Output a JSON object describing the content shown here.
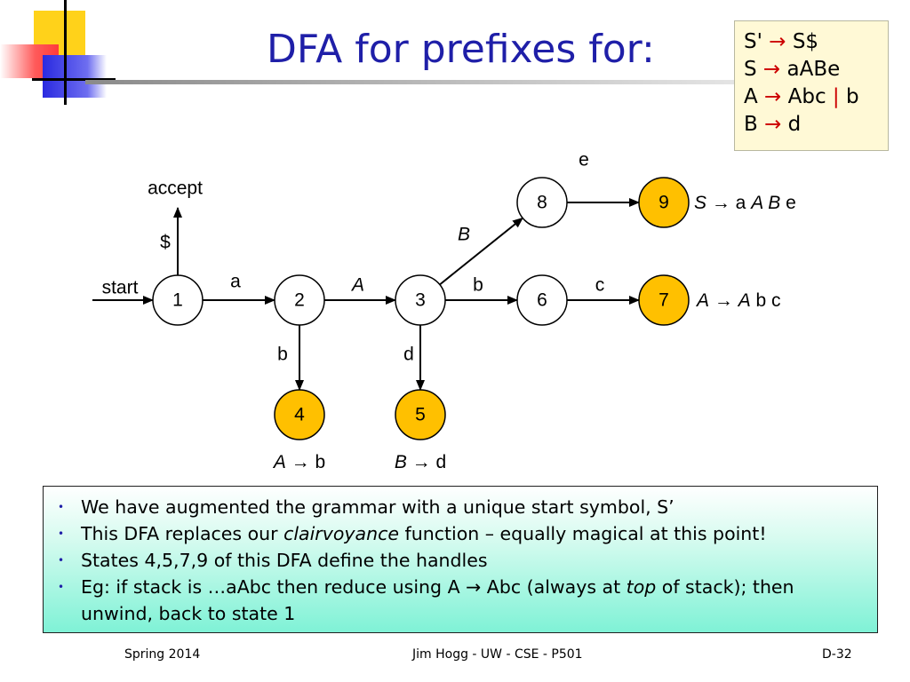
{
  "slide": {
    "title": "DFA for prefixes for:"
  },
  "grammar": {
    "rules": [
      {
        "lhs": "S'",
        "arrow": "→",
        "rhs": "S$",
        "alt": null
      },
      {
        "lhs": "S",
        "arrow": "→",
        "rhs": "aABe",
        "alt": null
      },
      {
        "lhs": "A",
        "arrow": "→",
        "rhs": "Abc",
        "alt": "b"
      },
      {
        "lhs": "B",
        "arrow": "→",
        "rhs": "d",
        "alt": null
      }
    ],
    "alt_separator": "|"
  },
  "dfa": {
    "accepting_color": "#ffc000",
    "states": [
      {
        "id": "1",
        "accepting": false
      },
      {
        "id": "2",
        "accepting": false
      },
      {
        "id": "3",
        "accepting": false
      },
      {
        "id": "4",
        "accepting": true
      },
      {
        "id": "5",
        "accepting": true
      },
      {
        "id": "6",
        "accepting": false
      },
      {
        "id": "7",
        "accepting": true
      },
      {
        "id": "8",
        "accepting": false
      },
      {
        "id": "9",
        "accepting": true
      }
    ],
    "transitions": [
      {
        "from": "1",
        "to": "2",
        "label": "a",
        "italic": false
      },
      {
        "from": "2",
        "to": "3",
        "label": "A",
        "italic": true
      },
      {
        "from": "2",
        "to": "4",
        "label": "b",
        "italic": false
      },
      {
        "from": "3",
        "to": "5",
        "label": "d",
        "italic": false
      },
      {
        "from": "3",
        "to": "6",
        "label": "b",
        "italic": false
      },
      {
        "from": "3",
        "to": "8",
        "label": "B",
        "italic": true
      },
      {
        "from": "6",
        "to": "7",
        "label": "c",
        "italic": false
      },
      {
        "from": "8",
        "to": "9",
        "label": "e",
        "italic": false
      },
      {
        "from": "1",
        "to": "accept",
        "label": "$",
        "italic": false
      }
    ],
    "start_label": "start",
    "accept_label": "accept",
    "handles": [
      {
        "state": "9",
        "parts": [
          {
            "t": "S",
            "i": true
          },
          {
            "t": " → a ",
            "i": false
          },
          {
            "t": "A B",
            "i": true
          },
          {
            "t": " e",
            "i": false
          }
        ]
      },
      {
        "state": "7",
        "parts": [
          {
            "t": "A",
            "i": true
          },
          {
            "t": " → ",
            "i": false
          },
          {
            "t": "A",
            "i": true
          },
          {
            "t": " b c",
            "i": false
          }
        ]
      },
      {
        "state": "4",
        "parts": [
          {
            "t": "A",
            "i": true
          },
          {
            "t": " → b",
            "i": false
          }
        ]
      },
      {
        "state": "5",
        "parts": [
          {
            "t": "B",
            "i": true
          },
          {
            "t": " → d",
            "i": false
          }
        ]
      }
    ]
  },
  "bullets": [
    [
      {
        "t": "We have augmented the grammar with a unique start symbol, S’",
        "i": false
      }
    ],
    [
      {
        "t": "This DFA replaces our ",
        "i": false
      },
      {
        "t": "clairvoyance",
        "i": true
      },
      {
        "t": " function – equally magical at this point!",
        "i": false
      }
    ],
    [
      {
        "t": "States 4,5,7,9 of this DFA define the handles",
        "i": false
      }
    ],
    [
      {
        "t": "Eg: if stack is …aAbc then reduce using A → Abc (always at ",
        "i": false
      },
      {
        "t": "top",
        "i": true
      },
      {
        "t": " of stack); then unwind, back to state 1",
        "i": false
      }
    ]
  ],
  "footer": {
    "left": "Spring 2014",
    "center": "Jim Hogg - UW - CSE - P501",
    "right": "D-32"
  }
}
